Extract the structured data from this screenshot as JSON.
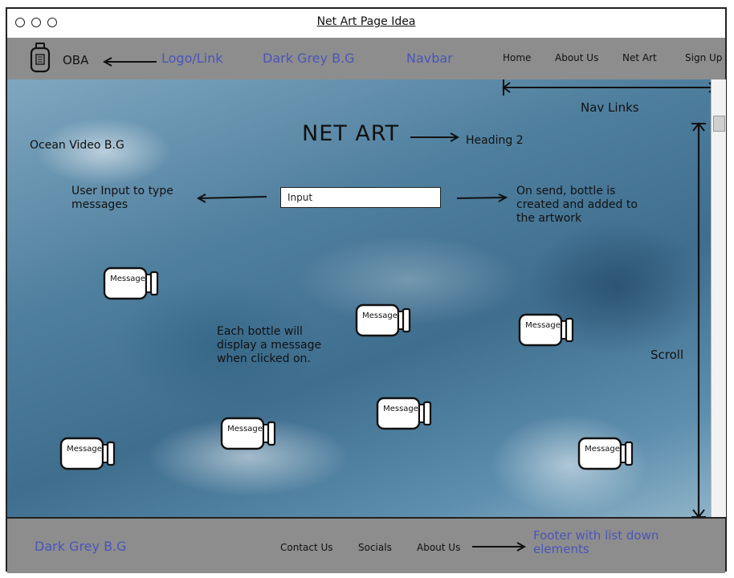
{
  "window": {
    "title": "Net Art Page Idea"
  },
  "navbar": {
    "brand": "OBA",
    "links": [
      "Home",
      "About Us",
      "Net Art",
      "Sign Up"
    ],
    "annotations": {
      "logo": "Logo/Link",
      "background": "Dark Grey B.G",
      "navbar": "Navbar",
      "nav_links": "Nav Links"
    }
  },
  "content": {
    "background_note": "Ocean Video B.G",
    "heading": "NET ART",
    "heading_note": "Heading 2",
    "input": {
      "placeholder": "Input",
      "value": ""
    },
    "input_note": "User Input to type messages",
    "send_note": "On send, bottle is created and added to the artwork",
    "bottle_note": "Each bottle will display a message when clicked on.",
    "scroll_note": "Scroll",
    "bottles": [
      "Message",
      "Message",
      "Message",
      "Message",
      "Message",
      "Message",
      "Message"
    ]
  },
  "footer": {
    "background": "Dark Grey B.G",
    "links": [
      "Contact Us",
      "Socials",
      "About Us"
    ],
    "note": "Footer with list down elements"
  },
  "colors": {
    "navbar_bg": "#8d8d8d",
    "footer_bg": "#8d8d8d",
    "annotation": "#4a55b8"
  }
}
